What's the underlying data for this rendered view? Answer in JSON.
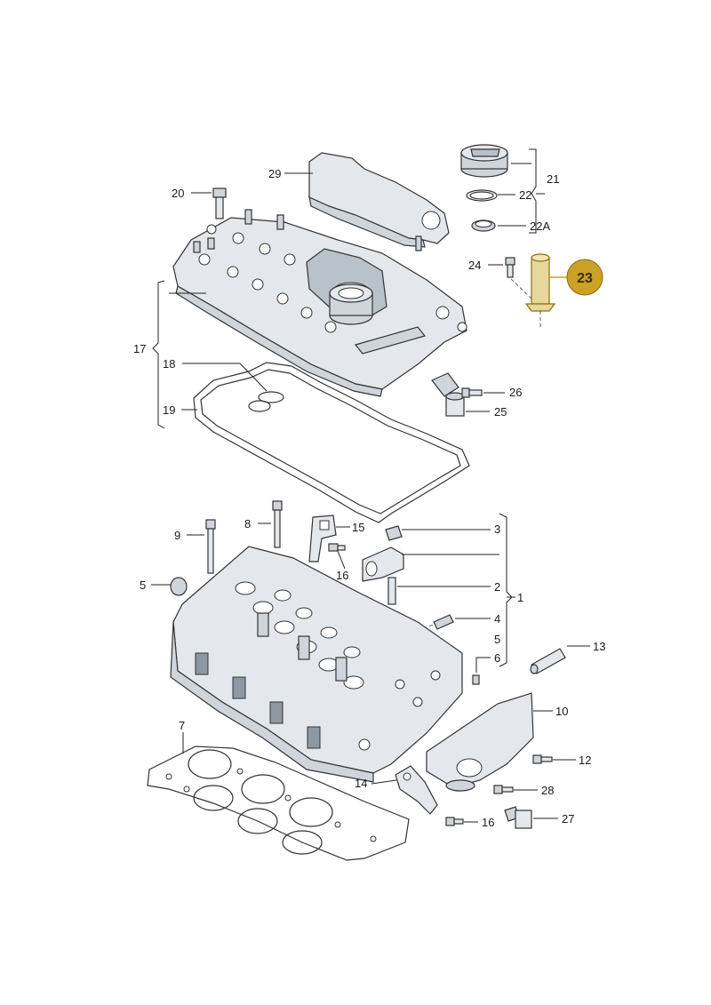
{
  "diagram": {
    "highlight": {
      "label": "23",
      "color": "#c9a227"
    },
    "labels": [
      {
        "id": "l29",
        "text": "29"
      },
      {
        "id": "l21",
        "text": "21"
      },
      {
        "id": "l22",
        "text": "22"
      },
      {
        "id": "l22a",
        "text": "22A"
      },
      {
        "id": "l20",
        "text": "20"
      },
      {
        "id": "l24",
        "text": "24"
      },
      {
        "id": "l17",
        "text": "17"
      },
      {
        "id": "l18",
        "text": "18"
      },
      {
        "id": "l19",
        "text": "19"
      },
      {
        "id": "l26",
        "text": "26"
      },
      {
        "id": "l25",
        "text": "25"
      },
      {
        "id": "l9",
        "text": "9"
      },
      {
        "id": "l8",
        "text": "8"
      },
      {
        "id": "l15",
        "text": "15"
      },
      {
        "id": "l16a",
        "text": "16"
      },
      {
        "id": "l3",
        "text": "3"
      },
      {
        "id": "l1",
        "text": "1"
      },
      {
        "id": "l5a",
        "text": "5"
      },
      {
        "id": "l2",
        "text": "2"
      },
      {
        "id": "l4",
        "text": "4"
      },
      {
        "id": "l5b",
        "text": "5"
      },
      {
        "id": "l6",
        "text": "6"
      },
      {
        "id": "l13",
        "text": "13"
      },
      {
        "id": "l10",
        "text": "10"
      },
      {
        "id": "l7",
        "text": "7"
      },
      {
        "id": "l12",
        "text": "12"
      },
      {
        "id": "l14",
        "text": "14"
      },
      {
        "id": "l28",
        "text": "28"
      },
      {
        "id": "l16b",
        "text": "16"
      },
      {
        "id": "l27",
        "text": "27"
      }
    ]
  }
}
